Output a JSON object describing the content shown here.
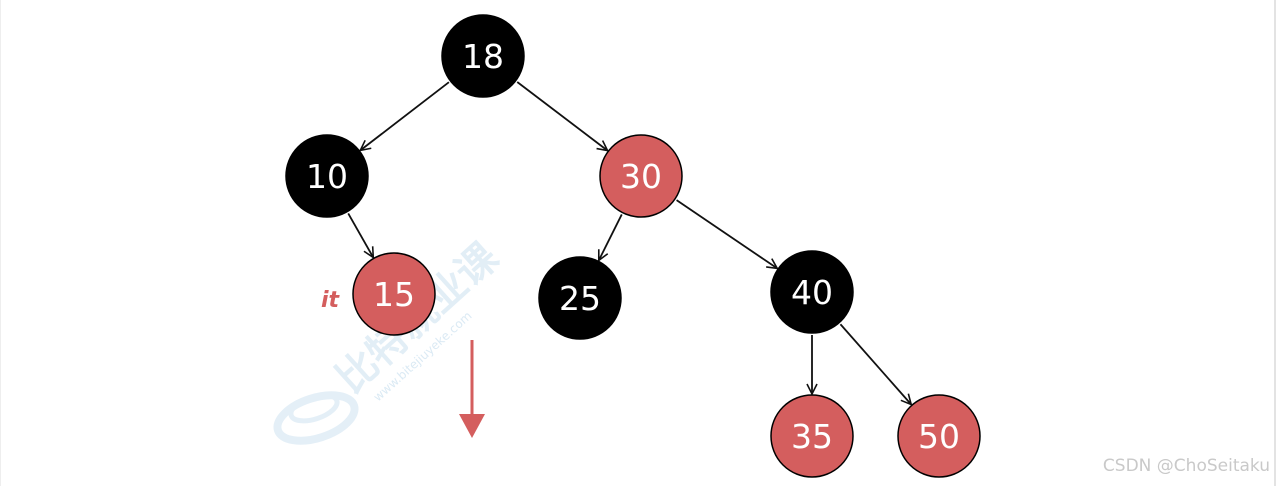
{
  "colors": {
    "black_node": "#000000",
    "red_node": "#d45e5e",
    "node_text": "#ffffff",
    "edge": "#111111",
    "arrow": "#d45e5e",
    "watermark": "#cfe3f1",
    "credit": "#c9c9c9"
  },
  "tree": {
    "nodes": [
      {
        "id": "n18",
        "key": "18",
        "color": "black"
      },
      {
        "id": "n10",
        "key": "10",
        "color": "black"
      },
      {
        "id": "n30",
        "key": "30",
        "color": "red"
      },
      {
        "id": "n15",
        "key": "15",
        "color": "red"
      },
      {
        "id": "n25",
        "key": "25",
        "color": "black"
      },
      {
        "id": "n40",
        "key": "40",
        "color": "black"
      },
      {
        "id": "n35",
        "key": "35",
        "color": "red"
      },
      {
        "id": "n50",
        "key": "50",
        "color": "red"
      }
    ],
    "edges": [
      {
        "from": "n18",
        "to": "n10"
      },
      {
        "from": "n18",
        "to": "n30"
      },
      {
        "from": "n10",
        "to": "n15"
      },
      {
        "from": "n30",
        "to": "n25"
      },
      {
        "from": "n30",
        "to": "n40"
      },
      {
        "from": "n40",
        "to": "n35"
      },
      {
        "from": "n40",
        "to": "n50"
      }
    ]
  },
  "iterator": {
    "label": "it",
    "points_to": "n15"
  },
  "watermark": {
    "text": "比特就业课",
    "url": "www.bitejiuyeke.com"
  },
  "credit": "CSDN @ChoSeitaku"
}
